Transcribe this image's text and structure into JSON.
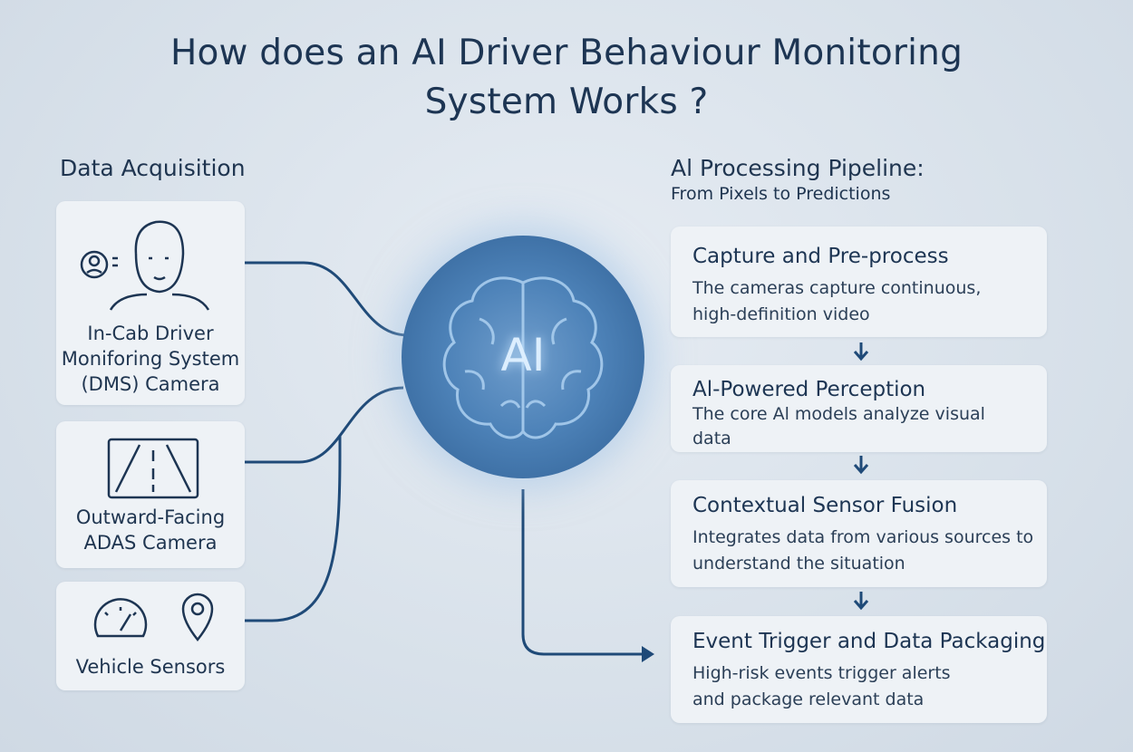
{
  "title": {
    "line1": "How does an AI Driver Behaviour Monitoring",
    "line2": "System Works ?"
  },
  "data_acquisition": {
    "heading": "Data Acquisition",
    "sources": [
      {
        "lines": [
          "In-Cab Driver",
          "Moniforing System",
          "(DMS) Camera"
        ],
        "icon": "driver-face-camera-icon"
      },
      {
        "lines": [
          "Outward-Facing",
          "ADAS Camera"
        ],
        "icon": "road-camera-icon"
      },
      {
        "lines": [
          "Vehicle Sensors"
        ],
        "icon": "speedometer-location-icon"
      }
    ]
  },
  "ai_core": {
    "label": "AI",
    "icon": "brain-icon"
  },
  "pipeline": {
    "heading": "Al Processing Pipeline:",
    "subheading": "From Pixels to Predictions",
    "steps": [
      {
        "title": "Capture and Pre-process",
        "desc": [
          "The cameras capture continuous,",
          "high-definition video"
        ]
      },
      {
        "title": "Al-Powered Perception",
        "desc": [
          "The core Al models analyze visual",
          "data"
        ]
      },
      {
        "title": "Contextual Sensor Fusion",
        "desc": [
          "Integrates data from various sources to",
          "understand the situation"
        ]
      },
      {
        "title": "Event Trigger and Data Packaging",
        "desc": [
          "High-risk events trigger alerts",
          "and package relevant data"
        ]
      }
    ]
  },
  "colors": {
    "background": "#d8e1ea",
    "card": "#eef2f6",
    "text": "#1d3553",
    "connector": "#1f4a78",
    "orb": "#4d82b8"
  }
}
